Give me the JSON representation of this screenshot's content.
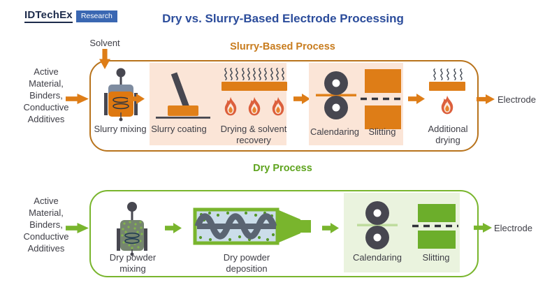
{
  "logo": {
    "brand": "IDTechEx",
    "badge": "Research"
  },
  "title": "Dry vs. Slurry-Based Electrode Processing",
  "slurry": {
    "header": "Slurry-Based Process",
    "input_lines": [
      "Active",
      "Material,",
      "Binders,",
      "Conductive",
      "Additives"
    ],
    "solvent": "Solvent",
    "labels": {
      "mixing": "Slurry mixing",
      "coating": "Slurry coating",
      "drying": "Drying & solvent recovery",
      "calendaring": "Calendaring",
      "slitting": "Slitting",
      "additional_drying": "Additional drying"
    },
    "output": "Electrode"
  },
  "dry": {
    "header": "Dry Process",
    "input_lines": [
      "Active",
      "Material,",
      "Binders,",
      "Conductive",
      "Additives"
    ],
    "labels": {
      "mixing": "Dry powder mixing",
      "deposition": "Dry powder deposition",
      "calendaring": "Calendaring",
      "slitting": "Slitting"
    },
    "output": "Electrode"
  },
  "colors": {
    "title_blue": "#2B4C9B",
    "badge_blue": "#3A67B2",
    "slurry_accent_orange": "#DE7D17",
    "slurry_box_border": "#B8731C",
    "slurry_header_text": "#C87C1E",
    "slurry_highlight_bg": "#FBE5D7",
    "flame_red": "#DC5F3C",
    "flame_inner_orange": "#E8832D",
    "dry_accent_green": "#79B52D",
    "dry_header_text": "#5FA41F",
    "dry_highlight_bg": "#EAF3DE",
    "icon_dark_gray": "#474750",
    "extruder_interior_blue": "#CBDDEA"
  }
}
